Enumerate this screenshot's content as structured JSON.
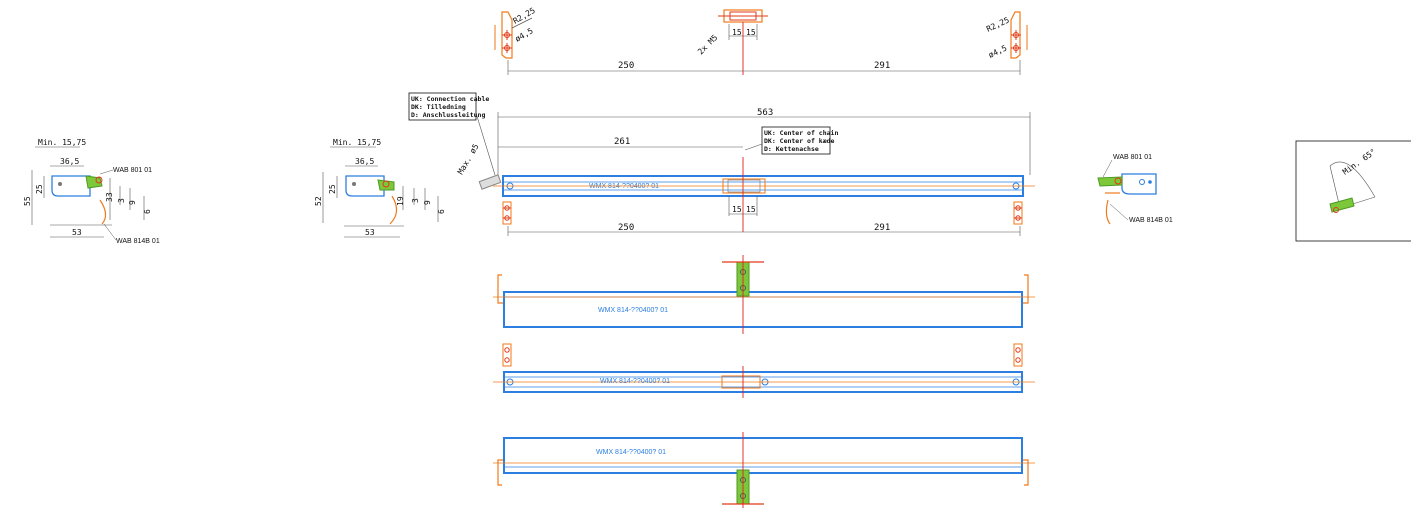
{
  "colors": {
    "bar": "#2c7fe0",
    "bracket": "#f07a1a",
    "fixing": "#e23a1a",
    "clip": "#7cc83a",
    "center": "#e02020",
    "dim": "#555555"
  },
  "top_view": {
    "r_left": "R2,25",
    "d_left": "ø4,5",
    "m5": "2x M5",
    "d15a": "15",
    "d15b": "15",
    "d250": "250",
    "d291": "291",
    "r_right": "R2,25",
    "d_right": "ø4,5"
  },
  "main_view": {
    "cable_note": [
      "UK: Connection cable",
      "DK: Tilledning",
      "D: Anschlussleitung"
    ],
    "chain_note": [
      "UK: Center of chain",
      "DK: Center of kæde",
      "D: Kettenachse"
    ],
    "max5": "Max. ø5",
    "d563": "563",
    "d261": "261",
    "d250": "250",
    "d291": "291",
    "d15a": "15",
    "d15b": "15",
    "part": "WMX 814-??0400? 01"
  },
  "section_left": {
    "min": "Min. 15,75",
    "d36": "36,5",
    "d55": "55",
    "d25": "25",
    "d33": "33",
    "d3": "3",
    "d9": "9",
    "d6": "6",
    "d53": "53",
    "wab801": "WAB 801 01",
    "wab814": "WAB 814B 01"
  },
  "section_mid": {
    "min": "Min. 15,75",
    "d36": "36,5",
    "d52": "52",
    "d25": "25",
    "d19": "19",
    "d3": "3",
    "d9": "9",
    "d6": "6",
    "d53": "53"
  },
  "section_right": {
    "wab801": "WAB 801 01",
    "wab814": "WAB 814B 01"
  },
  "detail": {
    "angle": "Min. 65°"
  },
  "variants": [
    {
      "part": "WMX 814-??0400? 01"
    },
    {
      "part": "WMX 814-??0400? 01"
    },
    {
      "part": "WMX 814-??0400? 01"
    }
  ]
}
